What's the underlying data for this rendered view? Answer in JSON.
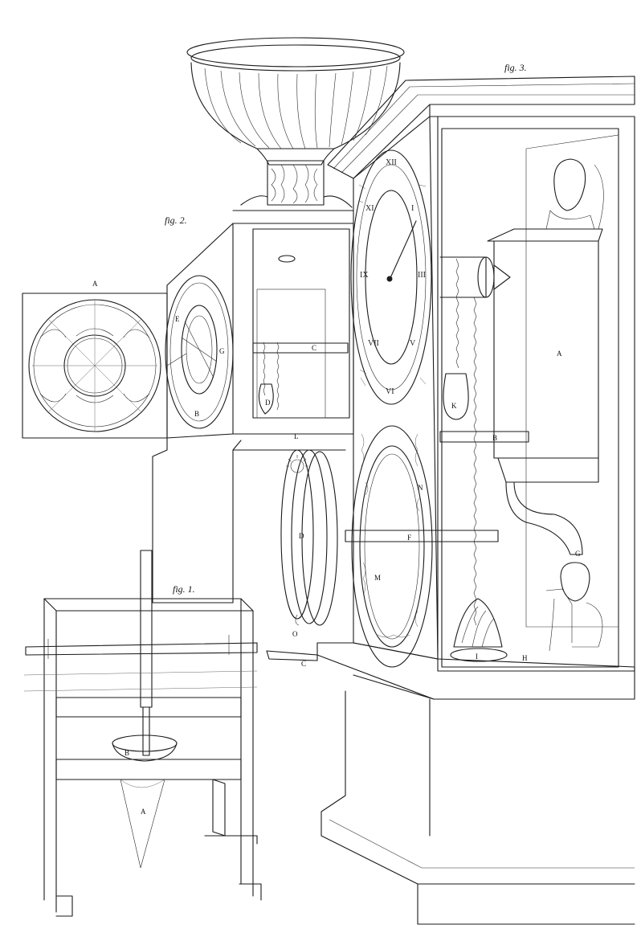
{
  "figures": {
    "fig1": "fig. 1.",
    "fig2": "fig. 2.",
    "fig3": "fig. 3."
  },
  "fig1_labels": {
    "a": "A",
    "b": "B",
    "c": "C"
  },
  "fig2_labels": {
    "a": "A",
    "b": "B",
    "c": "C",
    "d": "D",
    "e": "E",
    "g": "G"
  },
  "fig3_labels": {
    "a": "A",
    "b": "B",
    "d": "D",
    "f": "F",
    "g": "G",
    "h": "H",
    "i": "I",
    "k": "K",
    "l": "L",
    "m": "M",
    "n": "N",
    "o": "O"
  }
}
